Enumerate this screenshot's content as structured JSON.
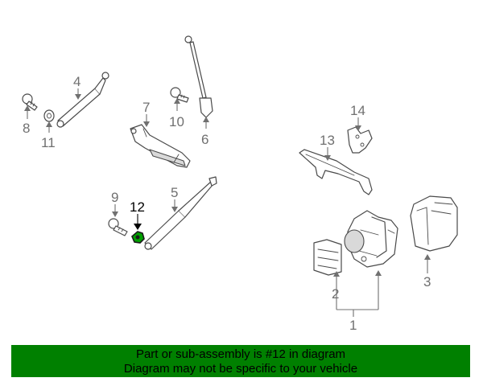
{
  "callouts": {
    "c1": "1",
    "c2": "2",
    "c3": "3",
    "c4": "4",
    "c5": "5",
    "c6": "6",
    "c7": "7",
    "c8": "8",
    "c9": "9",
    "c10": "10",
    "c11": "11",
    "c12": "12",
    "c13": "13",
    "c14": "14"
  },
  "highlight": {
    "part": "12",
    "color": "#00a000"
  },
  "banner": {
    "line1": "Part or sub-assembly is #12 in diagram",
    "line2": "Diagram may not be specific to your vehicle",
    "background": "#008000"
  }
}
